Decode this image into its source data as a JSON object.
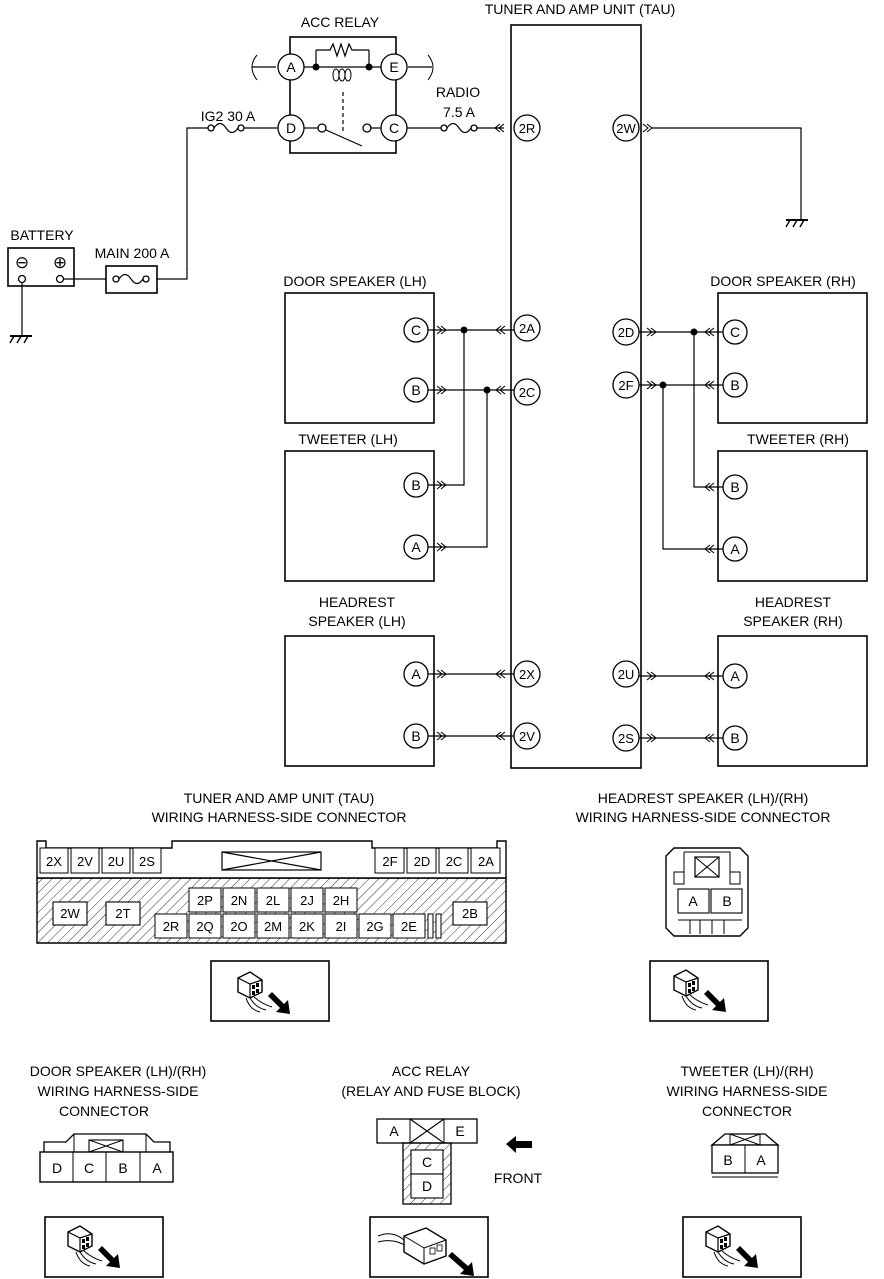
{
  "diagram": {
    "acc_relay_title": "ACC RELAY",
    "tau_title": "TUNER AND AMP UNIT (TAU)",
    "radio_label": "RADIO",
    "radio_fuse": "7.5 A",
    "ig2_fuse": "IG2 30 A",
    "battery_label": "BATTERY",
    "main_fuse": "MAIN 200 A",
    "battery_minus": "⊖",
    "battery_plus": "⊕",
    "relay_pins": {
      "a": "A",
      "e": "E",
      "d": "D",
      "c": "C"
    },
    "tau_pins": {
      "p2r": "2R",
      "p2w": "2W",
      "p2a": "2A",
      "p2c": "2C",
      "p2d": "2D",
      "p2f": "2F",
      "p2x": "2X",
      "p2v": "2V",
      "p2u": "2U",
      "p2s": "2S"
    },
    "door_lh": {
      "title": "DOOR SPEAKER (LH)",
      "pin1": "C",
      "pin2": "B"
    },
    "door_rh": {
      "title": "DOOR SPEAKER (RH)",
      "pin1": "C",
      "pin2": "B"
    },
    "tweeter_lh": {
      "title": "TWEETER (LH)",
      "pin1": "B",
      "pin2": "A"
    },
    "tweeter_rh": {
      "title": "TWEETER (RH)",
      "pin1": "B",
      "pin2": "A"
    },
    "headrest_lh": {
      "title1": "HEADREST",
      "title2": "SPEAKER (LH)",
      "pin1": "A",
      "pin2": "B"
    },
    "headrest_rh": {
      "title1": "HEADREST",
      "title2": "SPEAKER (RH)",
      "pin1": "A",
      "pin2": "B"
    }
  },
  "connectors": {
    "tau": {
      "title1": "TUNER AND AMP UNIT (TAU)",
      "title2": "WIRING HARNESS-SIDE CONNECTOR",
      "top_left": [
        "2X",
        "2V",
        "2U",
        "2S"
      ],
      "top_right": [
        "2F",
        "2D",
        "2C",
        "2A"
      ],
      "left_pin": "2W",
      "left_pin2": "2T",
      "mid_top": [
        "2P",
        "2N",
        "2L",
        "2J",
        "2H"
      ],
      "mid_bottom": [
        "2R",
        "2Q",
        "2O",
        "2M",
        "2K",
        "2I",
        "2G",
        "2E"
      ],
      "right_pin": "2B"
    },
    "headrest": {
      "title1": "HEADREST SPEAKER (LH)/(RH)",
      "title2": "WIRING HARNESS-SIDE CONNECTOR",
      "pins": [
        "A",
        "B"
      ]
    },
    "door": {
      "title1": "DOOR SPEAKER (LH)/(RH)",
      "title2": "WIRING HARNESS-SIDE",
      "title3": "CONNECTOR",
      "pins": [
        "D",
        "C",
        "B",
        "A"
      ]
    },
    "acc": {
      "title1": "ACC RELAY",
      "title2": "(RELAY AND FUSE BLOCK)",
      "pins_top": [
        "A",
        "E"
      ],
      "pins_stack": [
        "C",
        "D"
      ],
      "front_label": "FRONT"
    },
    "tweeter": {
      "title1": "TWEETER (LH)/(RH)",
      "title2": "WIRING HARNESS-SIDE",
      "title3": "CONNECTOR",
      "pins": [
        "B",
        "A"
      ]
    }
  }
}
